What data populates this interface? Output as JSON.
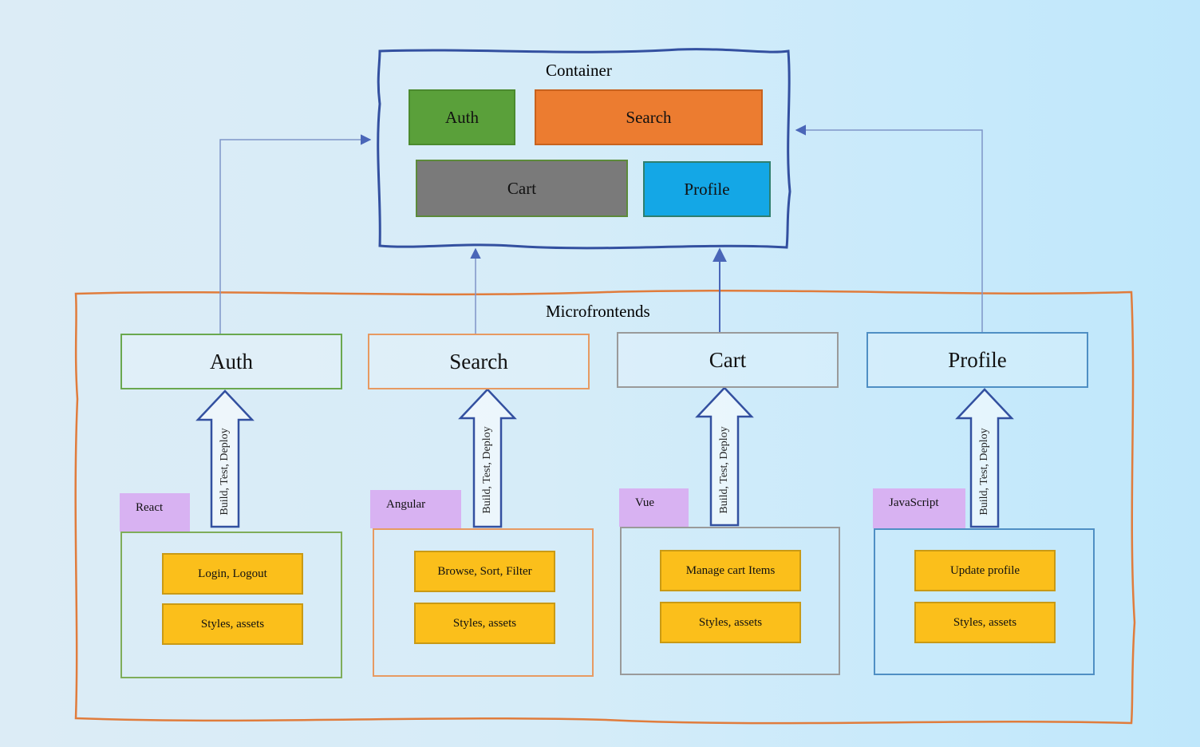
{
  "container": {
    "title": "Container",
    "blocks": {
      "auth": "Auth",
      "search": "Search",
      "cart": "Cart",
      "profile": "Profile"
    }
  },
  "microfrontends": {
    "title": "Microfrontends",
    "apps": [
      {
        "name": "Auth",
        "framework": "React",
        "deploy_label": "Build, Test, Deploy",
        "features": [
          "Login, Logout",
          "Styles, assets"
        ]
      },
      {
        "name": "Search",
        "framework": "Angular",
        "deploy_label": "Build, Test, Deploy",
        "features": [
          "Browse, Sort, Filter",
          "Styles, assets"
        ]
      },
      {
        "name": "Cart",
        "framework": "Vue",
        "deploy_label": "Build, Test, Deploy",
        "features": [
          "Manage cart Items",
          "Styles, assets"
        ]
      },
      {
        "name": "Profile",
        "framework": "JavaScript",
        "deploy_label": "Build, Test, Deploy",
        "features": [
          "Update profile",
          "Styles, assets"
        ]
      }
    ]
  },
  "colors": {
    "auth": "#5aa03a",
    "search": "#ec7c30",
    "cart": "#7a7a7a",
    "profile": "#14a7e6",
    "container_border": "#3350a0",
    "arrow": "#4a66b8",
    "microfrontends_border": "#e07c3c",
    "feature_fill": "#fbbf1b",
    "framework_tag": "#d8b2f2"
  }
}
